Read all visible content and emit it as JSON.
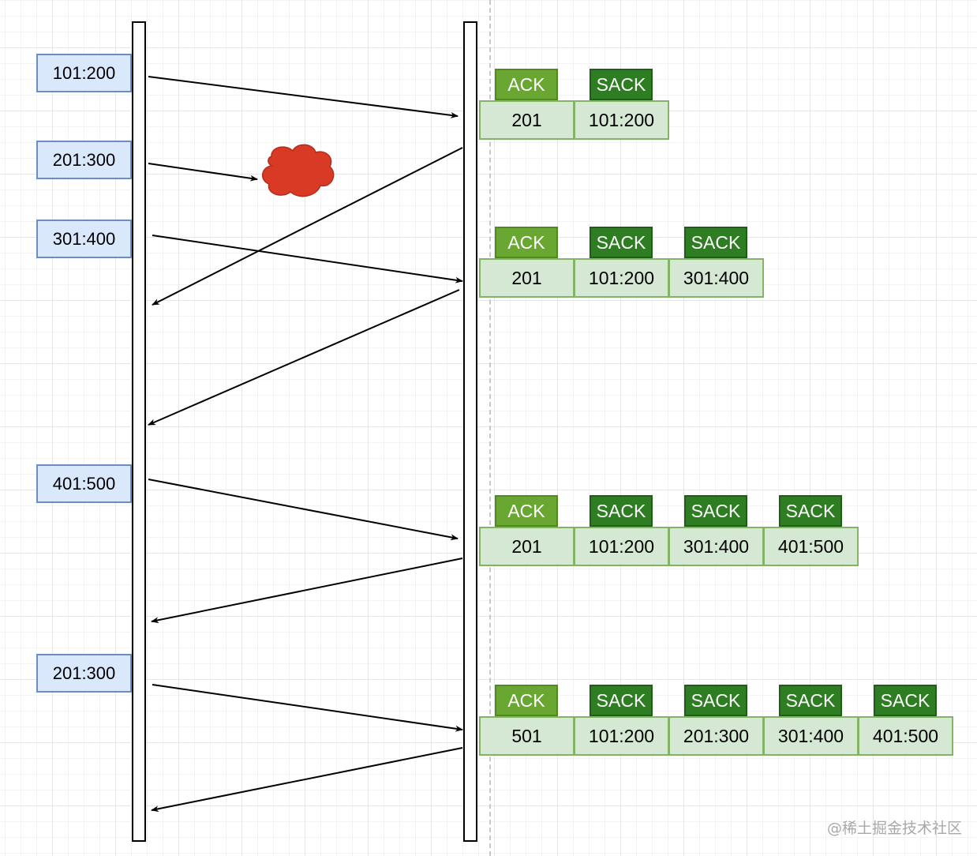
{
  "sender_segments": [
    "101:200",
    "201:300",
    "301:400",
    "401:500",
    "201:300"
  ],
  "ack_rows": [
    {
      "tags": [
        "ACK",
        "SACK"
      ],
      "values": [
        "201",
        "101:200"
      ]
    },
    {
      "tags": [
        "ACK",
        "SACK",
        "SACK"
      ],
      "values": [
        "201",
        "101:200",
        "301:400"
      ]
    },
    {
      "tags": [
        "ACK",
        "SACK",
        "SACK",
        "SACK"
      ],
      "values": [
        "201",
        "101:200",
        "301:400",
        "401:500"
      ]
    },
    {
      "tags": [
        "ACK",
        "SACK",
        "SACK",
        "SACK",
        "SACK"
      ],
      "values": [
        "501",
        "101:200",
        "201:300",
        "301:400",
        "401:500"
      ]
    }
  ],
  "loss_color": "#d93a26",
  "watermark": "@稀土掘金技术社区"
}
